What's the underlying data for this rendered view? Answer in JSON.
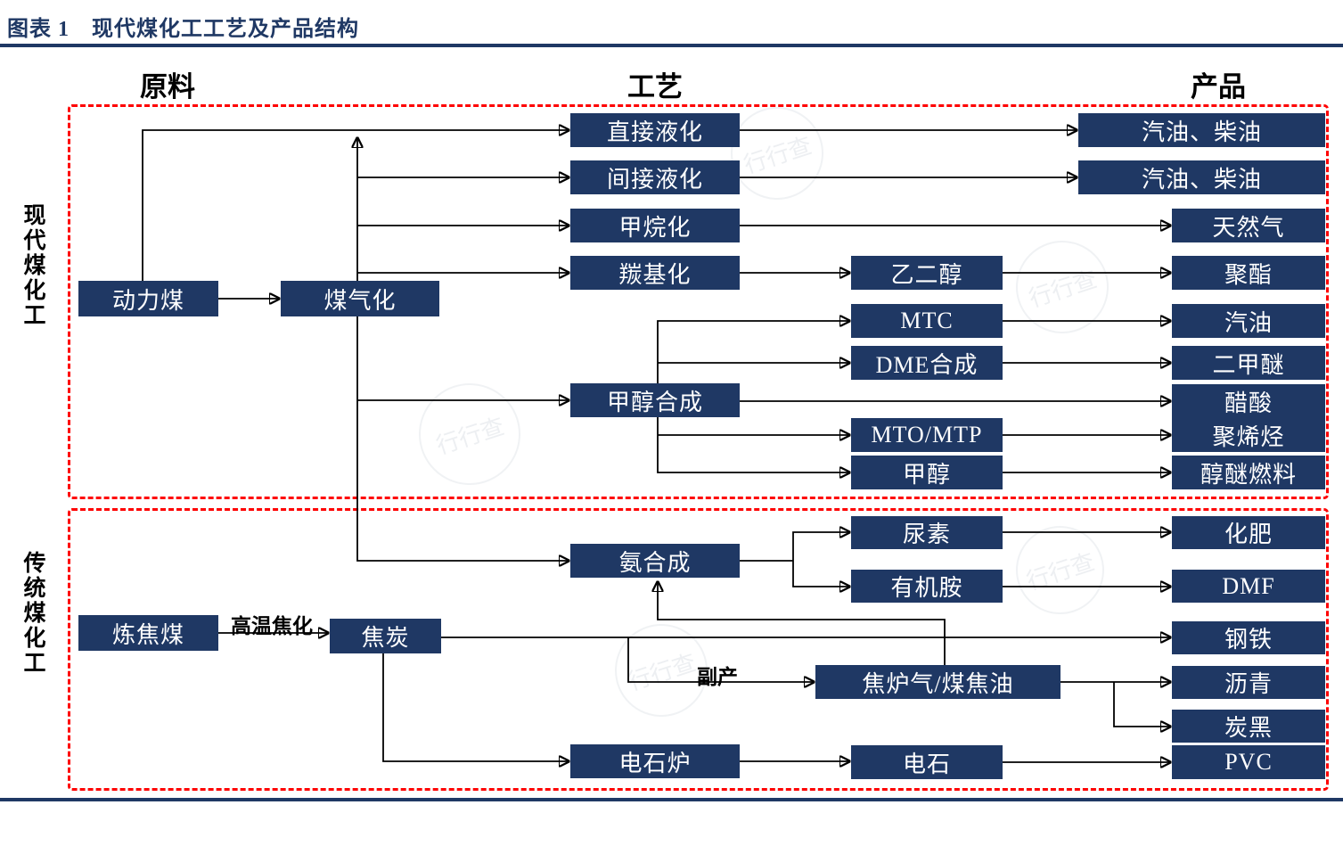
{
  "figure": {
    "caption": "图表 1　现代煤化工工艺及产品结构",
    "watermark": "行行查"
  },
  "headers": {
    "raw_materials": "原料",
    "process": "工艺",
    "product": "产品"
  },
  "groups": {
    "modern": "现代煤化工",
    "traditional": "传统煤化工"
  },
  "nodes": {
    "power_coal": "动力煤",
    "coal_gasification": "煤气化",
    "direct_liquefaction": "直接液化",
    "indirect_liquefaction": "间接液化",
    "methanation": "甲烷化",
    "carbonylation": "羰基化",
    "methanol_synthesis": "甲醇合成",
    "ethylene_glycol": "乙二醇",
    "mtc": "MTC",
    "dme_synthesis": "DME合成",
    "mto_mtp": "MTO/MTP",
    "methanol": "甲醇",
    "gasoline_diesel_1": "汽油、柴油",
    "gasoline_diesel_2": "汽油、柴油",
    "natural_gas": "天然气",
    "polyester": "聚酯",
    "gasoline": "汽油",
    "dimethyl_ether": "二甲醚",
    "acetic_acid": "醋酸",
    "polyolefin": "聚烯烃",
    "alcohol_ether_fuel": "醇醚燃料",
    "ammonia_synthesis": "氨合成",
    "urea": "尿素",
    "organic_amine": "有机胺",
    "fertilizer": "化肥",
    "dmf": "DMF",
    "coking_coal": "炼焦煤",
    "coke": "焦炭",
    "steel": "钢铁",
    "coke_oven_gas_tar": "焦炉气/煤焦油",
    "asphalt": "沥青",
    "carbon_black": "炭黑",
    "carbide_furnace": "电石炉",
    "carbide": "电石",
    "pvc": "PVC"
  },
  "edge_labels": {
    "high_temp_coking": "高温焦化",
    "byproduct": "副产"
  },
  "colors": {
    "box_navy": "#1f3864",
    "title_navy": "#1f3864",
    "dashed_border_red": "#fe0000",
    "line_black": "#000000"
  }
}
